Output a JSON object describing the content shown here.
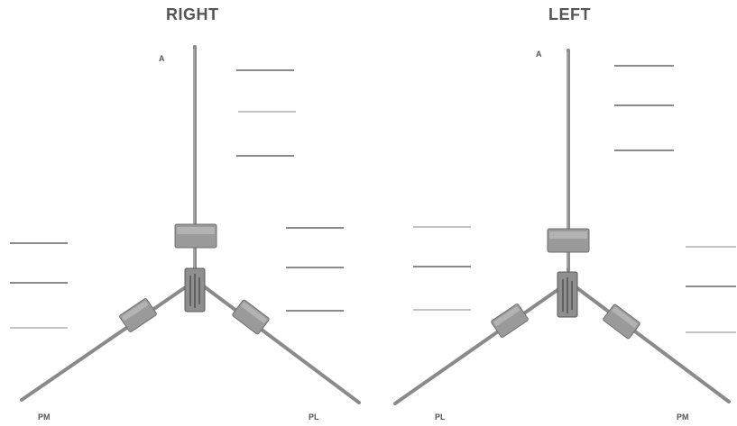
{
  "panels": [
    {
      "title": "RIGHT",
      "labels": {
        "top": "A",
        "bottom_left": "PM",
        "bottom_right": "PL"
      }
    },
    {
      "title": "LEFT",
      "labels": {
        "top": "A",
        "bottom_left": "PL",
        "bottom_right": "PM"
      }
    }
  ],
  "colors": {
    "rod": "#8a8a8a",
    "text": "#555555",
    "tick": "#444444"
  }
}
